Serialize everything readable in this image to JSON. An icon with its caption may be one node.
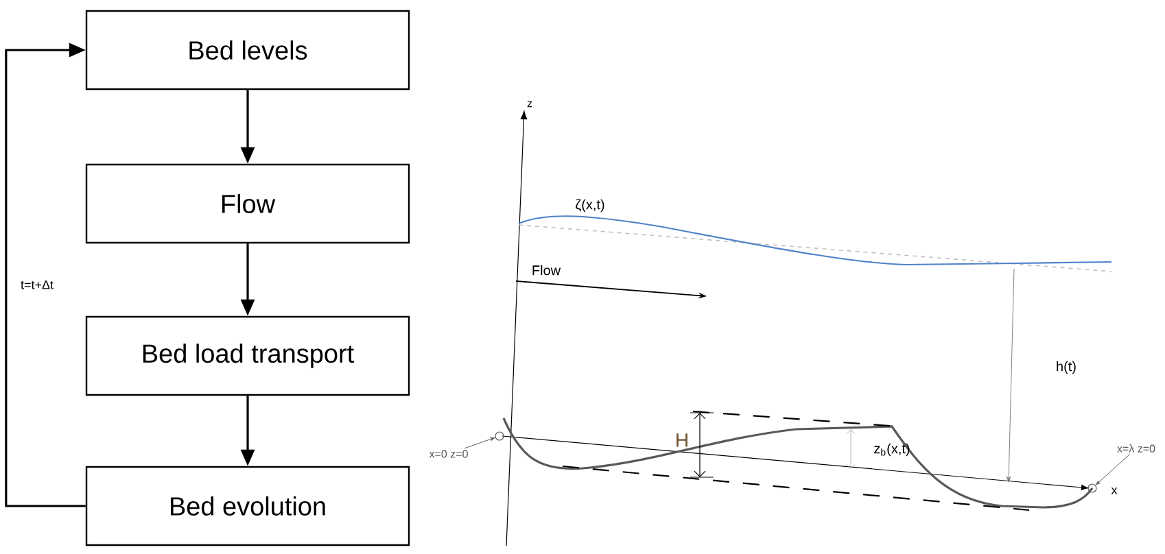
{
  "diagram": {
    "nodes": [
      {
        "text": [
          "Bed levels"
        ]
      },
      {
        "text": [
          "Flow"
        ]
      },
      {
        "text": [
          "Bed load transport"
        ]
      },
      {
        "text": [
          "Bed evolution"
        ]
      },
      {
        "text": [
          "x=0 z=0"
        ]
      },
      {
        "text": [],
        "shape": "circle"
      },
      {
        "text": [
          "x=λ z=0"
        ]
      },
      {
        "text": [],
        "shape": "circle"
      }
    ],
    "edges": [
      {
        "from": 0,
        "to": 1,
        "arrow": "to"
      },
      {
        "from": 1,
        "to": 2,
        "arrow": "to"
      },
      {
        "from": 2,
        "to": 3,
        "arrow": "to"
      },
      {
        "from": 3,
        "to": 0,
        "arrow": "to",
        "label": "t=t+Δt"
      },
      {
        "from": 4,
        "to": 5,
        "arrow": "to"
      },
      {
        "from": 6,
        "to": 7,
        "arrow": "to"
      }
    ],
    "labels": [
      "z",
      "ζ(x,t)",
      "Flow",
      "h(t)",
      "H",
      "z$_{b}$(x,t)",
      "x"
    ]
  }
}
